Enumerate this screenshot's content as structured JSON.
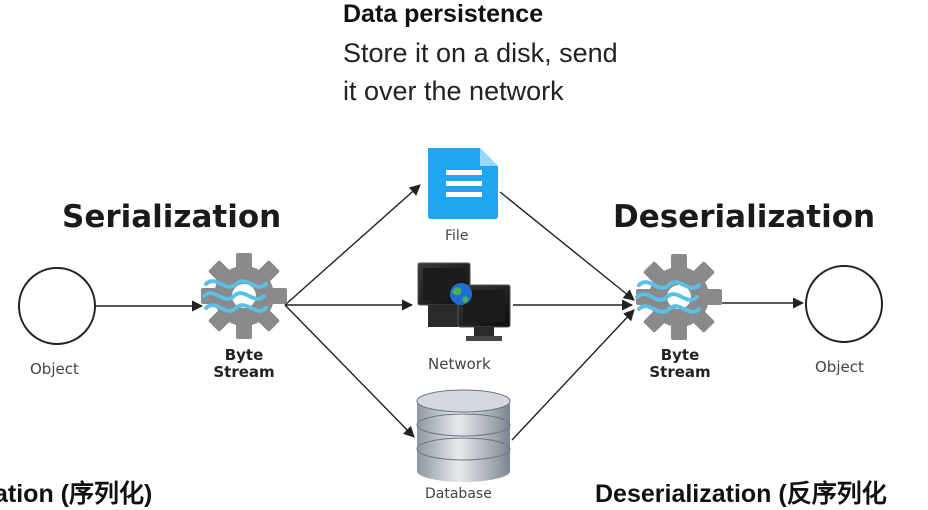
{
  "note": {
    "title": "Data persistence",
    "line1": "Store it on a disk, send",
    "line2": "it over the network"
  },
  "headings": {
    "serialization": "Serialization",
    "deserialization": "Deserialization"
  },
  "nodes": {
    "object_left": "Object",
    "object_right": "Object",
    "byte_left": [
      "Byte",
      "Stream"
    ],
    "byte_right": [
      "Byte",
      "Stream"
    ],
    "file": "File",
    "network": "Network",
    "database": "Database"
  },
  "bottom_captions": {
    "left": "ation (序列化)",
    "right": "Deserialization (反序列化"
  },
  "colors": {
    "file_blue": "#1ea7f0",
    "gear_gray": "#8a8a8a",
    "wave_blue": "#5ac0e6",
    "arrow": "#222222",
    "db_gray": "#aab3bb"
  },
  "icons": [
    "file-icon",
    "network-computers-icon",
    "database-icon",
    "gear-icon"
  ]
}
